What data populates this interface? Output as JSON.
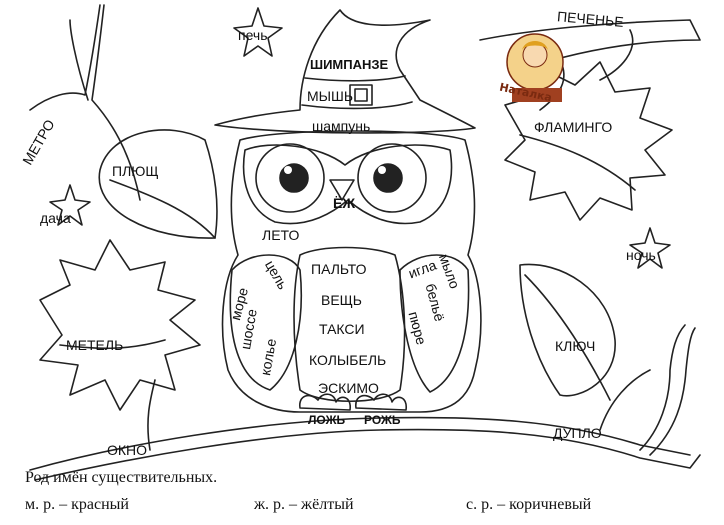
{
  "words": {
    "pech": "печь",
    "pechenye": "ПЕЧЕНЬЕ",
    "shimpanze": "ШИМПАНЗЕ",
    "mysh": "МЫШЬ",
    "shampun": "шампунь",
    "metro": "МЕТРО",
    "plyushch": "ПЛЮЩ",
    "flamingo": "ФЛАМИНГО",
    "dacha": "дача",
    "ezh": "ЁЖ",
    "leto": "ЛЕТО",
    "noch": "ночь",
    "more": "море",
    "tsel": "цель",
    "palto": "ПАЛЬТО",
    "igla": "игла",
    "mylo": "мыло",
    "shosse": "шоссе",
    "veshch": "ВЕЩЬ",
    "belye": "бельё",
    "metel": "МЕТЕЛЬ",
    "kolye": "колье",
    "taksi": "ТАКСИ",
    "pyure": "пюре",
    "klyuch": "КЛЮЧ",
    "kolybel": "КОЛЫБЕЛЬ",
    "eskimo": "ЭСКИМО",
    "lozh": "ЛОЖЬ",
    "rozh": "РОЖЬ",
    "okno": "ОКНО",
    "duplo": "ДУПЛО"
  },
  "logo": {
    "text": "Наталка"
  },
  "caption": {
    "title": "Род имён существительных.",
    "masc": "м. р. – красный",
    "fem": "ж. р. – жёлтый",
    "neut": "с. р. – коричневый"
  },
  "colors": {
    "ink": "#222222",
    "paper": "#ffffff",
    "shade": "#cfcfcf"
  }
}
